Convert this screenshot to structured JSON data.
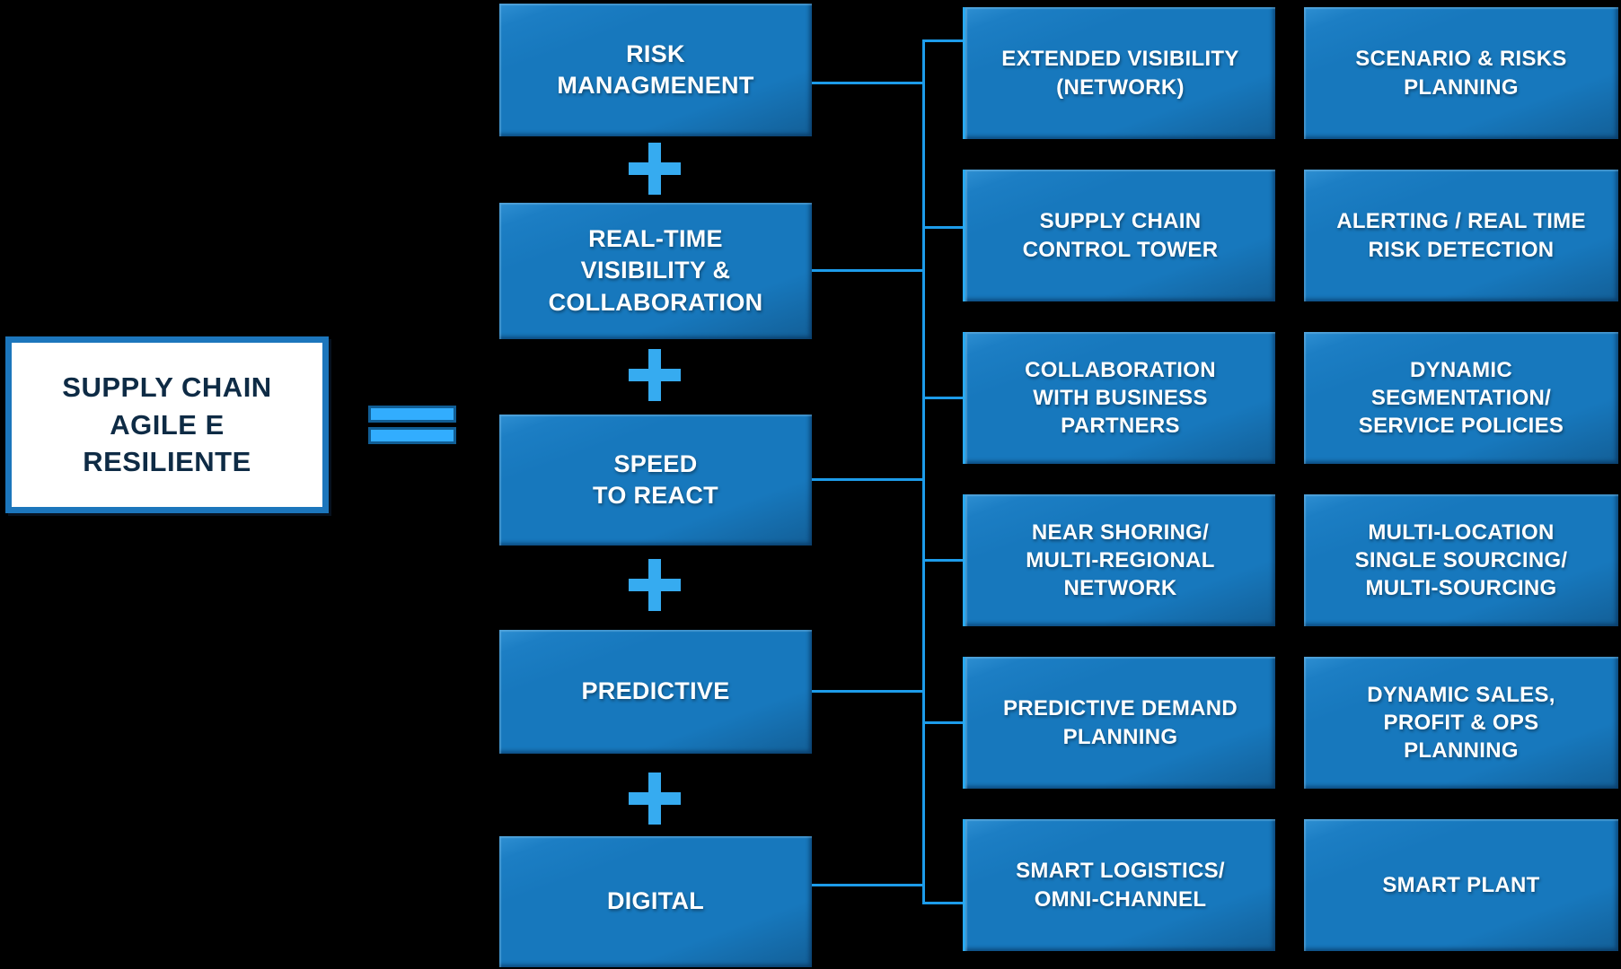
{
  "diagram_title": "Supply chain agile e resiliente diagram",
  "colors": {
    "background": "#000000",
    "box_fill": "#1778BD",
    "box_text": "#FFFFFF",
    "connector": "#1D9CEA",
    "plus_icon": "#36ABF0",
    "equals_fill": "#32ADFE",
    "equals_border": "#115E95",
    "root_border": "#1C76BC",
    "root_fill": "#FFFFFF",
    "root_text": "#0E2B45"
  },
  "operators": {
    "equals": "=",
    "plus": "+"
  },
  "root_box": {
    "lines": [
      "SUPPLY CHAIN",
      "AGILE E",
      "RESILIENTE"
    ]
  },
  "pillars": [
    {
      "id": "risk-management",
      "lines": [
        "RISK",
        "MANAGMENENT"
      ]
    },
    {
      "id": "real-time-visibility",
      "lines": [
        "REAL-TIME",
        "VISIBILITY &",
        "COLLABORATION"
      ]
    },
    {
      "id": "speed-to-react",
      "lines": [
        "SPEED",
        "TO REACT"
      ]
    },
    {
      "id": "predictive",
      "lines": [
        "PREDICTIVE"
      ]
    },
    {
      "id": "digital",
      "lines": [
        "DIGITAL"
      ]
    }
  ],
  "rows": [
    {
      "primary": {
        "lines": [
          "EXTENDED VISIBILITY",
          "(NETWORK)"
        ]
      },
      "secondary": {
        "lines": [
          "SCENARIO & RISKS",
          "PLANNING"
        ]
      }
    },
    {
      "primary": {
        "lines": [
          "SUPPLY  CHAIN",
          "CONTROL TOWER"
        ]
      },
      "secondary": {
        "lines": [
          "ALERTING / REAL TIME",
          "RISK DETECTION"
        ]
      }
    },
    {
      "primary": {
        "lines": [
          "COLLABORATION",
          "WITH BUSINESS",
          "PARTNERS"
        ]
      },
      "secondary": {
        "lines": [
          "DYNAMIC",
          "SEGMENTATION/",
          "SERVICE POLICIES"
        ]
      }
    },
    {
      "primary": {
        "lines": [
          "NEAR SHORING/",
          "MULTI-REGIONAL",
          "NETWORK"
        ]
      },
      "secondary": {
        "lines": [
          "MULTI-LOCATION",
          "SINGLE SOURCING/",
          "MULTI-SOURCING"
        ]
      }
    },
    {
      "primary": {
        "lines": [
          "PREDICTIVE DEMAND",
          "PLANNING"
        ]
      },
      "secondary": {
        "lines": [
          "DYNAMIC SALES,",
          "PROFIT & OPS",
          "PLANNING"
        ]
      }
    },
    {
      "primary": {
        "lines": [
          "SMART LOGISTICS/",
          "OMNI-CHANNEL"
        ]
      },
      "secondary": {
        "lines": [
          "SMART PLANT"
        ]
      }
    }
  ]
}
